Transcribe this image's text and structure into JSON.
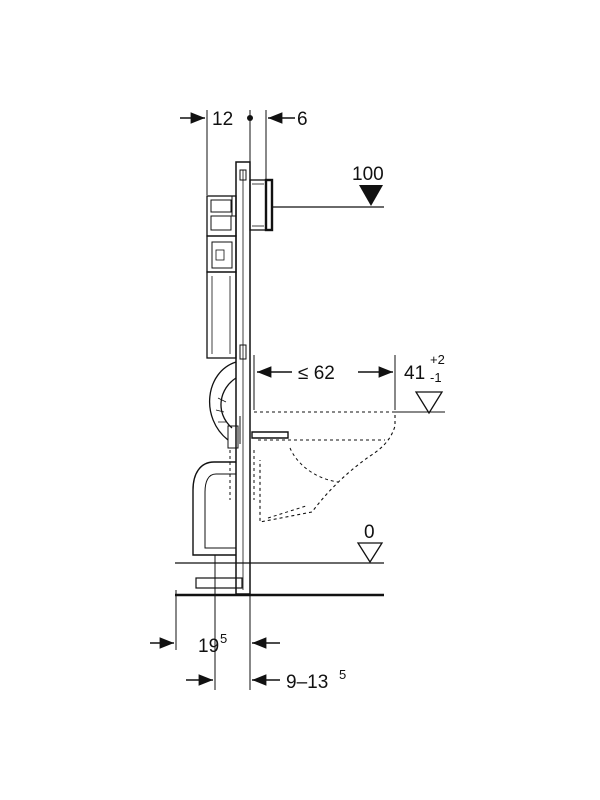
{
  "dimensions": {
    "top_left": "12",
    "top_right": "6",
    "height_top": "100",
    "projection": "≤ 62",
    "height_seat_base": "41",
    "height_seat_tol_plus": "+2",
    "height_seat_tol_minus": "-1",
    "floor_level": "0",
    "bottom_left_base": "19",
    "bottom_left_sup": "5",
    "bottom_right_base": "9–13",
    "bottom_right_sup": "5"
  },
  "colors": {
    "line": "#111111",
    "background": "#ffffff"
  }
}
